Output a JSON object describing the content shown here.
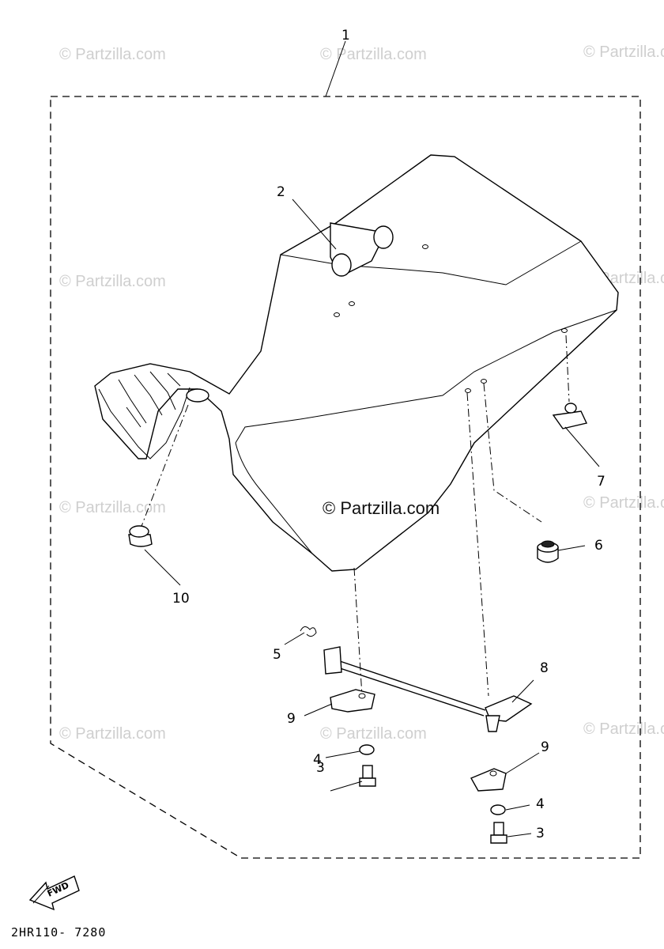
{
  "watermark": {
    "text": "© Partzilla.com",
    "center_text": "© Partzilla.com"
  },
  "callouts": {
    "c1": "1",
    "c2": "2",
    "c3a": "3",
    "c3b": "3",
    "c4a": "4",
    "c4b": "4",
    "c5": "5",
    "c6": "6",
    "c7": "7",
    "c8": "8",
    "c9a": "9",
    "c9b": "9",
    "c10": "10"
  },
  "fwd_label": "FWD",
  "part_code": "2HR110- 7280"
}
